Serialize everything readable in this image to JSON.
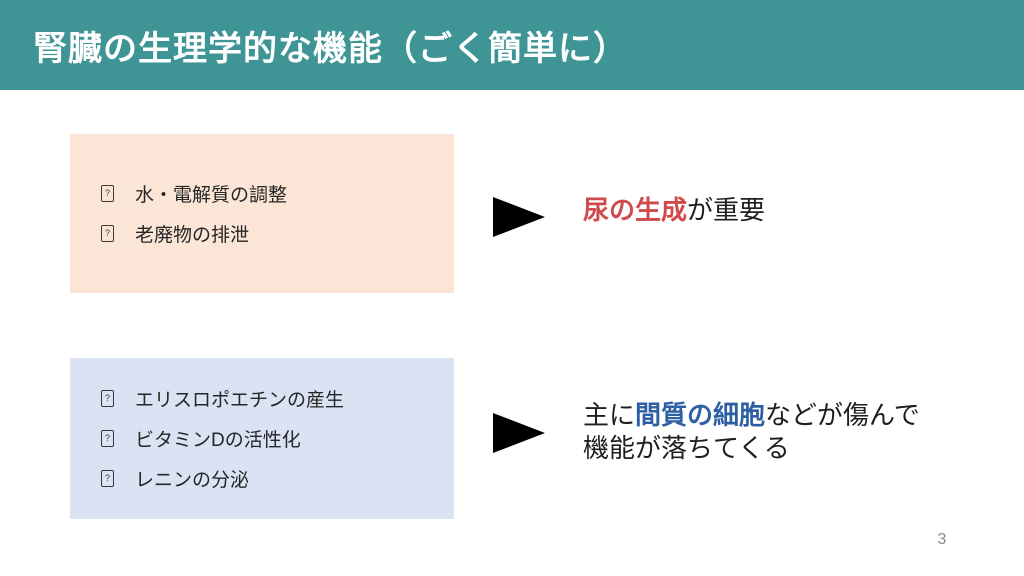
{
  "slide": {
    "title": "腎臓の生理学的な機能（ごく簡単に）",
    "page_number": "3"
  },
  "colors": {
    "header_bg": "#3F9495",
    "box1_bg": "#FBE5D6",
    "box2_bg": "#DAE3F3",
    "highlight_red": "#D04A4C",
    "highlight_blue": "#2E5FA3",
    "body_text": "#262626",
    "pointer_black": "#000000",
    "page_number_gray": "#8A8A8A"
  },
  "icons": {
    "bullet_glyph": "?"
  },
  "box1": {
    "items": [
      "水・電解質の調整",
      "老廃物の排泄"
    ]
  },
  "box2": {
    "items": [
      "エリスロポエチンの産生",
      "ビタミンDの活性化",
      "レニンの分泌"
    ]
  },
  "callout1": {
    "highlight": "尿の生成",
    "rest": "が重要"
  },
  "callout2": {
    "prefix": "主に",
    "highlight": "間質の細胞",
    "rest": "などが傷んで機能が落ちてくる"
  }
}
